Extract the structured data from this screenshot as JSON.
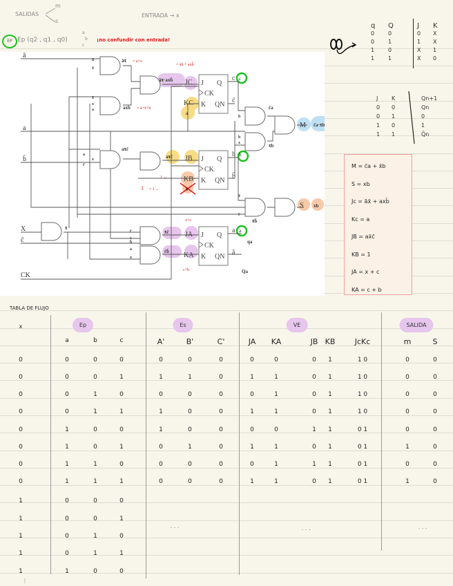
{
  "header": {
    "salidas": "SALIDAS",
    "salidas_m": "m",
    "salidas_s": "s",
    "entrada": "ENTRADA → x",
    "ep_badge": "EP",
    "ep_states": "Ep (q2 , q1 , q0)",
    "ep_a": "a",
    "ep_b": "b",
    "ep_c": "c",
    "note": "¡no confundir con entrada!"
  },
  "jk_excitation": {
    "headers": [
      "q",
      "Q",
      "J",
      "K"
    ],
    "rows": [
      [
        "0",
        "0",
        "0",
        "X"
      ],
      [
        "0",
        "1",
        "1",
        "X"
      ],
      [
        "1",
        "0",
        "X",
        "1"
      ],
      [
        "1",
        "1",
        "X",
        "0"
      ]
    ]
  },
  "jk_char": {
    "headers": [
      "J",
      "K",
      "Qn+1"
    ],
    "rows": [
      [
        "0",
        "0",
        "Qn"
      ],
      [
        "0",
        "1",
        "0"
      ],
      [
        "1",
        "0",
        "1"
      ],
      [
        "1",
        "1",
        "Q̄n"
      ]
    ]
  },
  "formulas": [
    "M = c̄a + x̄b",
    "S = xb",
    "Jc = āx̄ + axb̄",
    "Kc = a",
    "JB = ax̄c̄",
    "KB = 1",
    "JA = x + c",
    "KA = c + b"
  ],
  "circuit": {
    "inputs": {
      "a_bar": "ā",
      "a": "a",
      "b_bar": "b̄",
      "x": "X",
      "c_bar": "c̄",
      "ck": "CK"
    },
    "ff_pins": {
      "j": "J",
      "k": "K",
      "q": "Q",
      "qn": "QN",
      "ck": "CK"
    },
    "ff_c": {
      "j_label": "JC",
      "k_label": "KC",
      "q_out": "c",
      "qn_out": "c̄",
      "k_note": "a",
      "state": "c"
    },
    "ff_b": {
      "j_label": "JB",
      "k_label": "KB",
      "q_out": "b",
      "qn_out": "b̄",
      "j_note": "ax̄c̄",
      "k_note": "0",
      "state": "b",
      "one_note": "1",
      "one_red": "= 1 ←",
      "k_red": "1 ←"
    },
    "ff_a": {
      "j_label": "JA",
      "k_label": "KA",
      "q_out": "a",
      "qn_out": "ā",
      "state": "a",
      "q_note": "qa",
      "qn_note": "Qa",
      "j_gate": "x̄c̄",
      "k_gate": "c̄b̄",
      "j_red": "x+c",
      "k_red": "c+b"
    },
    "gate_labels": {
      "g1": "āx̄",
      "g1_red": "= a+x",
      "g2": "āx̄·axb̄",
      "g2_red": "= āx̄ + axb̄",
      "g3": "axb̄",
      "g3_red": "= ā+x̄+b",
      "g4": "c̄a",
      "g5": "x̄b",
      "g11": "ax̄c̄",
      "g7": "x̄b̄",
      "m_label": "M",
      "m_expr": "c̄a·x̄b",
      "s_label": "S",
      "s_expr": "xb",
      "x_bar": "x̄"
    },
    "pin_letters": [
      "ā",
      "x̄",
      "x̄",
      "x",
      "a",
      "a",
      "x",
      "c̄",
      "c",
      "a",
      "x",
      "b",
      "b",
      "x",
      "x̄",
      "c̄",
      "c̄",
      "b̄"
    ]
  },
  "flow_table": {
    "title": "TABLA DE FLUJO",
    "groups": [
      "Ep",
      "Es",
      "VE",
      "SALIDA"
    ],
    "columns": [
      "x",
      "a",
      "b",
      "c",
      "A'",
      "B'",
      "C'",
      "JA",
      "KA",
      "JB",
      "KB",
      "JcKc",
      "m",
      "S"
    ],
    "rows": [
      [
        "0",
        "0",
        "0",
        "0",
        "0",
        "0",
        "0",
        "0",
        "0",
        "0",
        "1",
        "1 0",
        "0",
        "0"
      ],
      [
        "0",
        "0",
        "0",
        "1",
        "1",
        "1",
        "0",
        "1",
        "1",
        "0",
        "1",
        "1 0",
        "0",
        "0"
      ],
      [
        "0",
        "0",
        "1",
        "0",
        "0",
        "0",
        "0",
        "0",
        "1",
        "0",
        "1",
        "1 0",
        "0",
        "0"
      ],
      [
        "0",
        "0",
        "1",
        "1",
        "1",
        "0",
        "0",
        "1",
        "1",
        "0",
        "1",
        "1 0",
        "0",
        "0"
      ],
      [
        "0",
        "1",
        "0",
        "0",
        "1",
        "0",
        "0",
        "0",
        "0",
        "1",
        "1",
        "0 1",
        "0",
        "0"
      ],
      [
        "0",
        "1",
        "0",
        "1",
        "0",
        "1",
        "0",
        "1",
        "1",
        "0",
        "1",
        "0 1",
        "1",
        "0"
      ],
      [
        "0",
        "1",
        "1",
        "0",
        "0",
        "0",
        "0",
        "0",
        "1",
        "1",
        "1",
        "0 1",
        "0",
        "0"
      ],
      [
        "0",
        "1",
        "1",
        "1",
        "0",
        "0",
        "0",
        "1",
        "1",
        "0",
        "1",
        "0 1",
        "1",
        "0"
      ],
      [
        "1",
        "0",
        "0",
        "0"
      ],
      [
        "1",
        "0",
        "0",
        "1"
      ],
      [
        "1",
        "0",
        "1",
        "0"
      ],
      [
        "1",
        "0",
        "1",
        "1"
      ],
      [
        "1",
        "1",
        "0",
        "0"
      ]
    ],
    "continuation": ". . .",
    "more_rows": "⋮"
  },
  "colors": {
    "highlight_purple": "#e6c6ec",
    "highlight_yellow": "#f7dc84",
    "highlight_orange": "#f6c9a8",
    "highlight_blue": "#bfe0f3",
    "state_green": "#19c21d",
    "annotation_red": "#e0151b",
    "formula_border": "#f2a0a0"
  }
}
